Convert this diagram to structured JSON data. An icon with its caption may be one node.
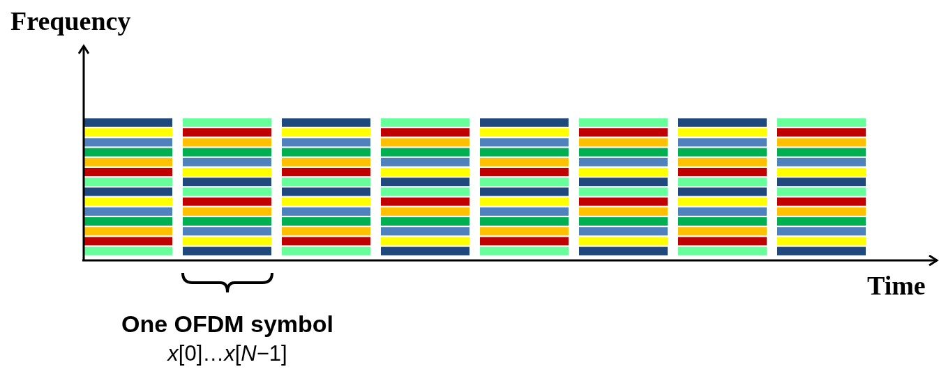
{
  "diagram": {
    "labels": [
      "Frequency",
      "Time",
      "One OFDM symbol",
      "*x*[0]…*x*[*N*−1]"
    ]
  }
}
